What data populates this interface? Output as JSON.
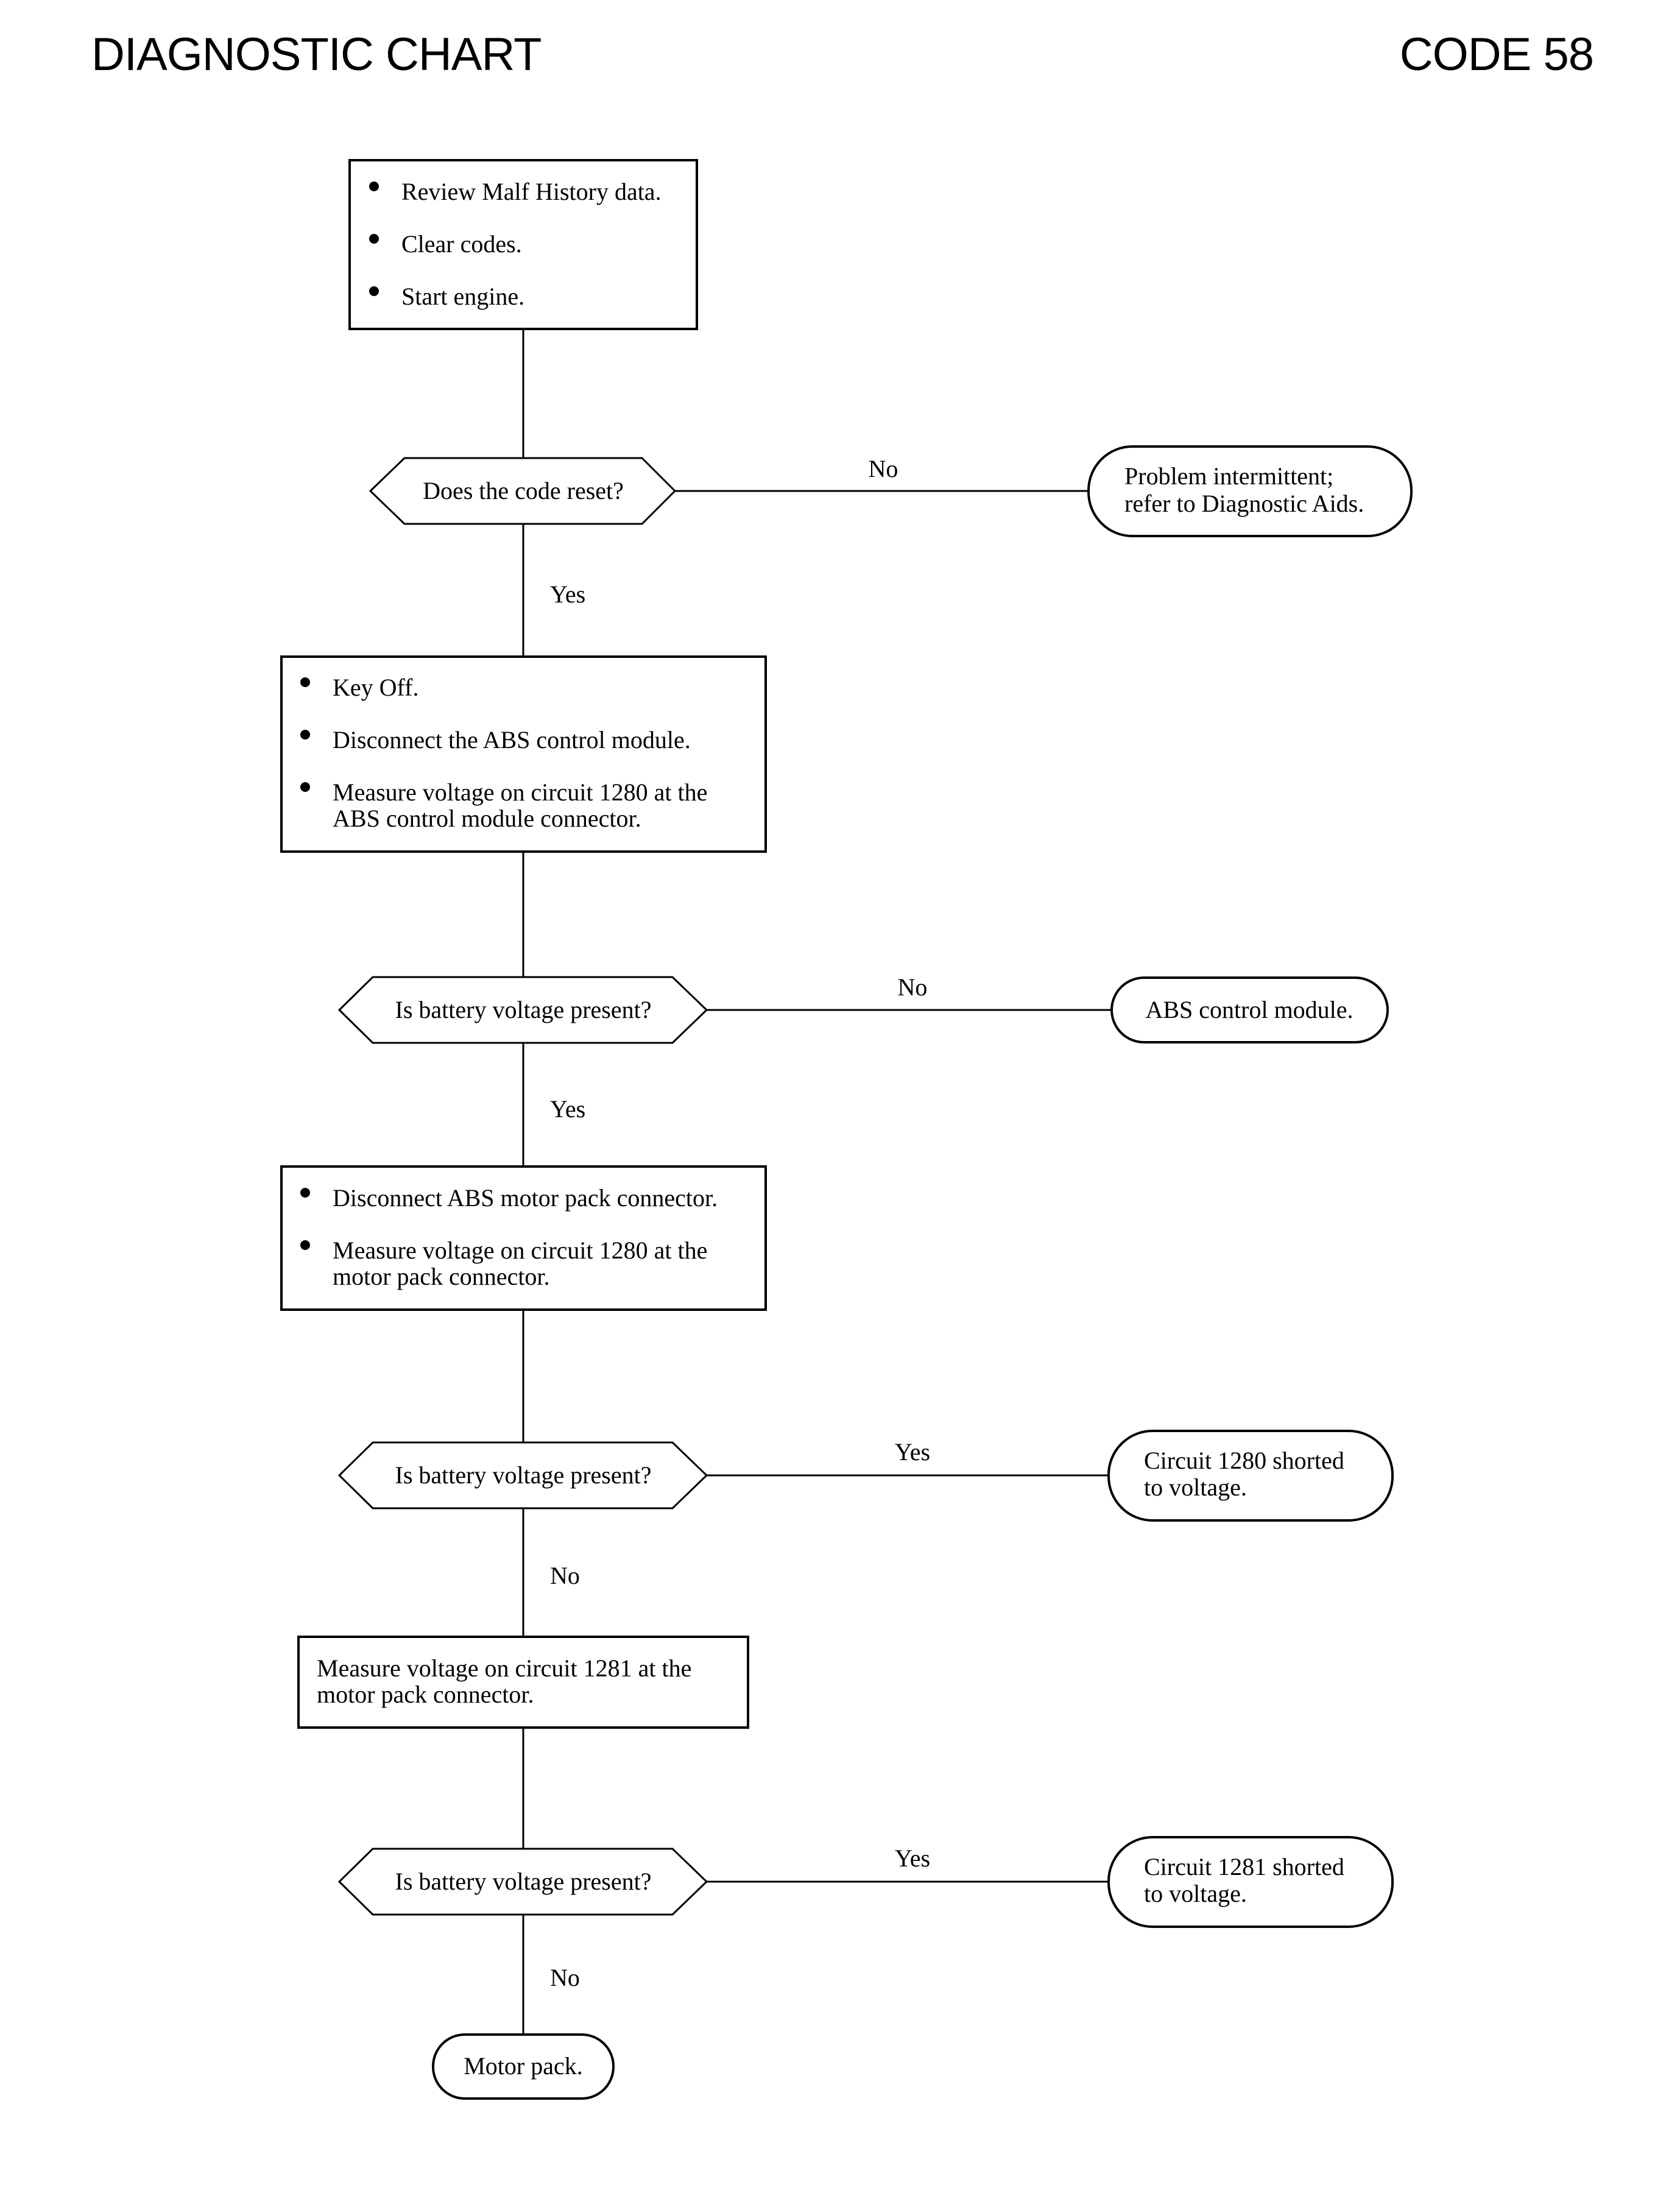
{
  "header": {
    "title": "DIAGNOSTIC CHART",
    "code": "CODE 58"
  },
  "flow": {
    "box1": {
      "bullets": [
        "Review Malf History data.",
        "Clear codes.",
        "Start engine."
      ]
    },
    "decision1": {
      "question": "Does the code reset?",
      "no_label": "No",
      "yes_label": "Yes",
      "no_result": [
        "Problem intermittent;",
        "refer to Diagnostic Aids."
      ]
    },
    "box2": {
      "bullets": [
        [
          "Key Off."
        ],
        [
          "Disconnect the ABS control module."
        ],
        [
          "Measure voltage on circuit 1280 at the",
          "ABS control module connector."
        ]
      ]
    },
    "decision2": {
      "question": "Is battery voltage present?",
      "no_label": "No",
      "yes_label": "Yes",
      "no_result": [
        "ABS control module."
      ]
    },
    "box3": {
      "bullets": [
        [
          "Disconnect ABS motor pack connector."
        ],
        [
          "Measure voltage on circuit 1280 at the",
          "motor pack connector."
        ]
      ]
    },
    "decision3": {
      "question": "Is battery voltage present?",
      "yes_label": "Yes",
      "no_label": "No",
      "yes_result": [
        "Circuit 1280 shorted",
        "to voltage."
      ]
    },
    "box4": {
      "lines": [
        "Measure voltage on circuit 1281 at the",
        "motor pack connector."
      ]
    },
    "decision4": {
      "question": "Is battery voltage present?",
      "yes_label": "Yes",
      "no_label": "No",
      "yes_result": [
        "Circuit 1281 shorted",
        "to voltage."
      ]
    },
    "final": {
      "label": "Motor pack."
    }
  }
}
